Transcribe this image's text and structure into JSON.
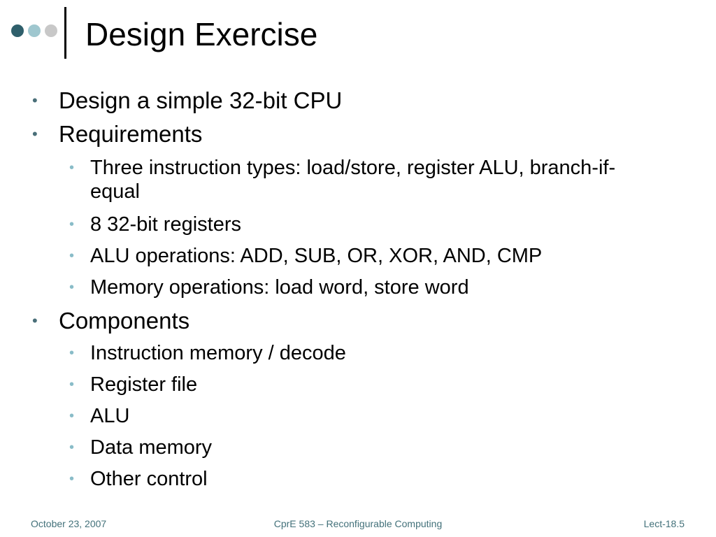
{
  "slide": {
    "title": "Design Exercise",
    "decoration": {
      "dot_colors": [
        "#2f5f6b",
        "#9fc7cf",
        "#c8c8c8"
      ],
      "rule_color": "#000000"
    },
    "bullet_glyph": "•",
    "items": [
      {
        "level": 1,
        "text": "Design a simple 32-bit CPU"
      },
      {
        "level": 1,
        "text": "Requirements"
      },
      {
        "level": 2,
        "text": "Three instruction types: load/store, register ALU, branch-if-equal"
      },
      {
        "level": 2,
        "text": "8 32-bit registers"
      },
      {
        "level": 2,
        "text": "ALU operations: ADD, SUB, OR, XOR, AND, CMP"
      },
      {
        "level": 2,
        "text": "Memory operations: load word, store word"
      },
      {
        "level": 1,
        "text": "Components"
      },
      {
        "level": 2,
        "text": "Instruction memory / decode"
      },
      {
        "level": 2,
        "text": "Register file"
      },
      {
        "level": 2,
        "text": "ALU"
      },
      {
        "level": 2,
        "text": "Data memory"
      },
      {
        "level": 2,
        "text": "Other control"
      }
    ]
  },
  "footer": {
    "date": "October 23, 2007",
    "course": "CprE 583 – Reconfigurable Computing",
    "page": "Lect-18.5"
  },
  "colors": {
    "level1_bullet": "#4a6f79",
    "level2_bullet": "#89bcc8",
    "footer_text": "#43717a"
  }
}
